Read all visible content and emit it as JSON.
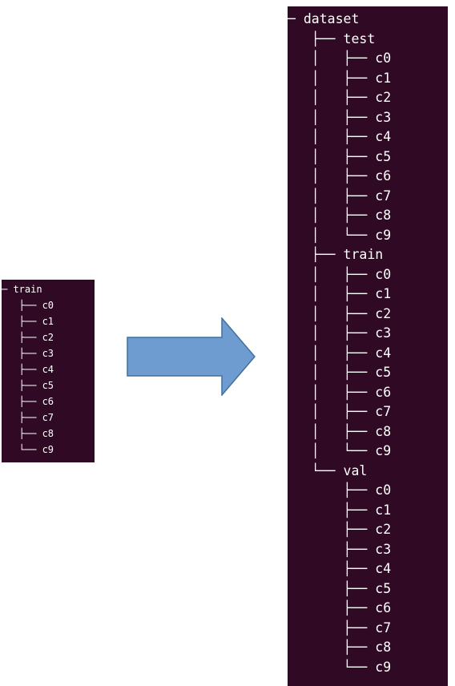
{
  "left_tree": {
    "lines": [
      "─ train",
      "   ├── c0",
      "   ├── c1",
      "   ├── c2",
      "   ├── c3",
      "   ├── c4",
      "   ├── c5",
      "   ├── c6",
      "   ├── c7",
      "   ├── c8",
      "   └── c9"
    ]
  },
  "right_tree": {
    "lines": [
      "─ dataset",
      "   ├── test",
      "   │   ├── c0",
      "   │   ├── c1",
      "   │   ├── c2",
      "   │   ├── c3",
      "   │   ├── c4",
      "   │   ├── c5",
      "   │   ├── c6",
      "   │   ├── c7",
      "   │   ├── c8",
      "   │   └── c9",
      "   ├── train",
      "   │   ├── c0",
      "   │   ├── c1",
      "   │   ├── c2",
      "   │   ├── c3",
      "   │   ├── c4",
      "   │   ├── c5",
      "   │   ├── c6",
      "   │   ├── c7",
      "   │   ├── c8",
      "   │   └── c9",
      "   └── val",
      "       ├── c0",
      "       ├── c1",
      "       ├── c2",
      "       ├── c3",
      "       ├── c4",
      "       ├── c5",
      "       ├── c6",
      "       ├── c7",
      "       ├── c8",
      "       └── c9"
    ]
  },
  "colors": {
    "terminal_bg": "#300a24",
    "terminal_text": "#ffffff",
    "arrow_fill": "#6e9bd0",
    "arrow_stroke": "#41719c"
  },
  "arrow": {
    "icon": "right-arrow-icon"
  }
}
